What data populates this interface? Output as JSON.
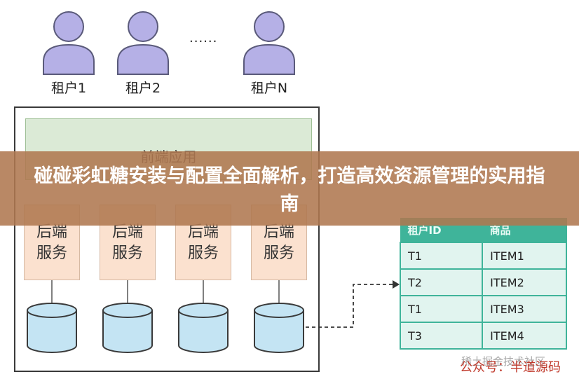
{
  "tenants": [
    {
      "label": "租户1"
    },
    {
      "label": "租户2"
    },
    {
      "label": "租户N"
    }
  ],
  "ellipsis": "......",
  "frontend_label": "前端应用",
  "backends": [
    {
      "line1": "后端",
      "line2": "服务"
    },
    {
      "line1": "后端",
      "line2": "服务"
    },
    {
      "line1": "后端",
      "line2": "服务"
    },
    {
      "line1": "后端",
      "line2": "服务"
    }
  ],
  "table": {
    "headers": [
      "租户ID",
      "商品"
    ],
    "rows": [
      [
        "T1",
        "ITEM1"
      ],
      [
        "T2",
        "ITEM2"
      ],
      [
        "T1",
        "ITEM3"
      ],
      [
        "T3",
        "ITEM4"
      ]
    ]
  },
  "banner": {
    "title": "碰碰彩虹糖安装与配置全面解析，打造高效资源管理的实用指南"
  },
  "watermark": "稀土掘金技术社区",
  "credit": "公众号：半道源码",
  "colors": {
    "person": "#b5b0e6",
    "person_stroke": "#5a5a7a",
    "frontend": "#dbead6",
    "backend": "#fbe1cf",
    "db": "#c4e4f3",
    "table_header": "#3fb49a",
    "table_cell": "#e1f4ef",
    "banner": "#af7850"
  }
}
